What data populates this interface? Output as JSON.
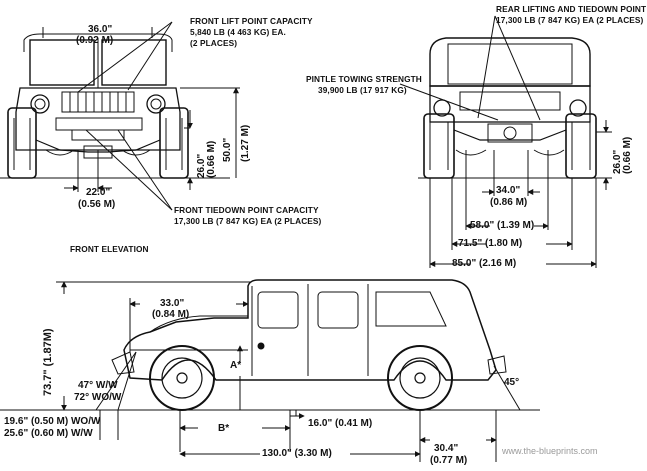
{
  "front_view": {
    "width_top": "36.0\"",
    "width_top_m": "(0.92 M)",
    "track_half": "22.0\"",
    "track_half_m": "(0.56 M)",
    "height_clear": "26.0\"",
    "height_clear_m": "(0.66 M)",
    "height_cowl": "50.0\"",
    "height_cowl_m": "(1.27 M)",
    "lift_caption_1": "FRONT LIFT POINT CAPACITY",
    "lift_caption_2": "5,840 LB (4 463 KG) EA.",
    "lift_caption_3": "(2 PLACES)",
    "tiedown_caption_1": "FRONT TIEDOWN POINT CAPACITY",
    "tiedown_caption_2": "17,300 LB (7 847 KG) EA (2 PLACES)",
    "title": "FRONT ELEVATION"
  },
  "rear_view": {
    "rear_caption_1": "REAR LIFTING AND TIEDOWN POINT CAPACITY",
    "rear_caption_2": "17,300 LB (7 847 KG) EA (2 PLACES)",
    "pintle_caption_1": "PINTLE TOWING STRENGTH",
    "pintle_caption_2": "39,900 LB (17 917 KG)",
    "dim_34": "34.0\"",
    "dim_34_m": "(0.86 M)",
    "dim_58": "58.0\" (1.39 M)",
    "dim_715": "71.5\" (1.80 M)",
    "dim_85": "85.0\" (2.16 M)",
    "height_clear": "26.0\"",
    "height_clear_m": "(0.66 M)"
  },
  "side_view": {
    "height_total": "73.7\" (1.87M)",
    "dim_33": "33.0\"",
    "dim_33_m": "(0.84 M)",
    "approach_angle_1": "47° W/W",
    "approach_angle_2": "72° WO/W",
    "departure_angle": "45°",
    "dim_a": "A*",
    "dim_b": "B*",
    "dim_16": "16.0\" (0.41 M)",
    "dim_196": "19.6\" (0.50 M) WO/W",
    "dim_256": "25.6\" (0.60 M) W/W",
    "wheelbase": "130.0\" (3.30 M)",
    "rear_overhang": "30.4\"",
    "rear_overhang_m": "(0.77 M)"
  },
  "watermark": "www.the-blueprints.com"
}
